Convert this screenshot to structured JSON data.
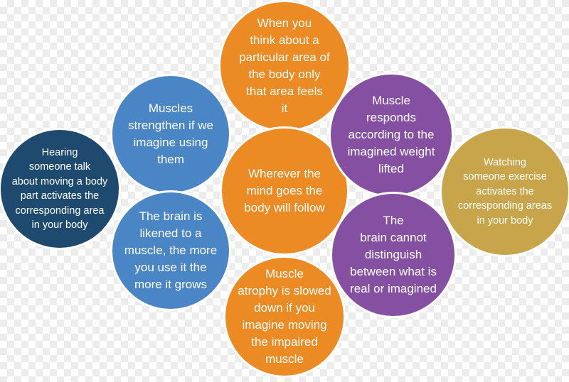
{
  "colors": {
    "navy": "#1d4a6e",
    "blue": "#4a86c6",
    "orange": "#ec8a23",
    "purple": "#8650a2",
    "gold": "#c8a44a"
  },
  "bubbles": {
    "hearing": "Hearing\nsomeone talk\nabout moving a body\npart activates the\ncorresponding area\nin your body",
    "strengthen": "Muscles\nstrengthen if we\nimagine using\nthem",
    "brain_muscle": "The brain is\nlikened to a\nmuscle, the more\nyou use it the\nmore it grows",
    "think": "When you\nthink about a\nparticular area of\nthe body only\nthat area feels\nit",
    "wherever": "Wherever the\nmind goes the\nbody will follow",
    "atrophy": "Muscle\natrophy is slowed\ndown if you\nimagine moving\nthe impaired\nmuscle",
    "muscle_responds": "Muscle\nresponds\naccording to the\nimagined weight\nlifted",
    "distinguish": "The\nbrain cannot\ndistinguish\nbetween what is\nreal or imagined",
    "watching": "Watching\nsomeone exercise\nactivates the\ncorresponding areas\nin your body"
  }
}
